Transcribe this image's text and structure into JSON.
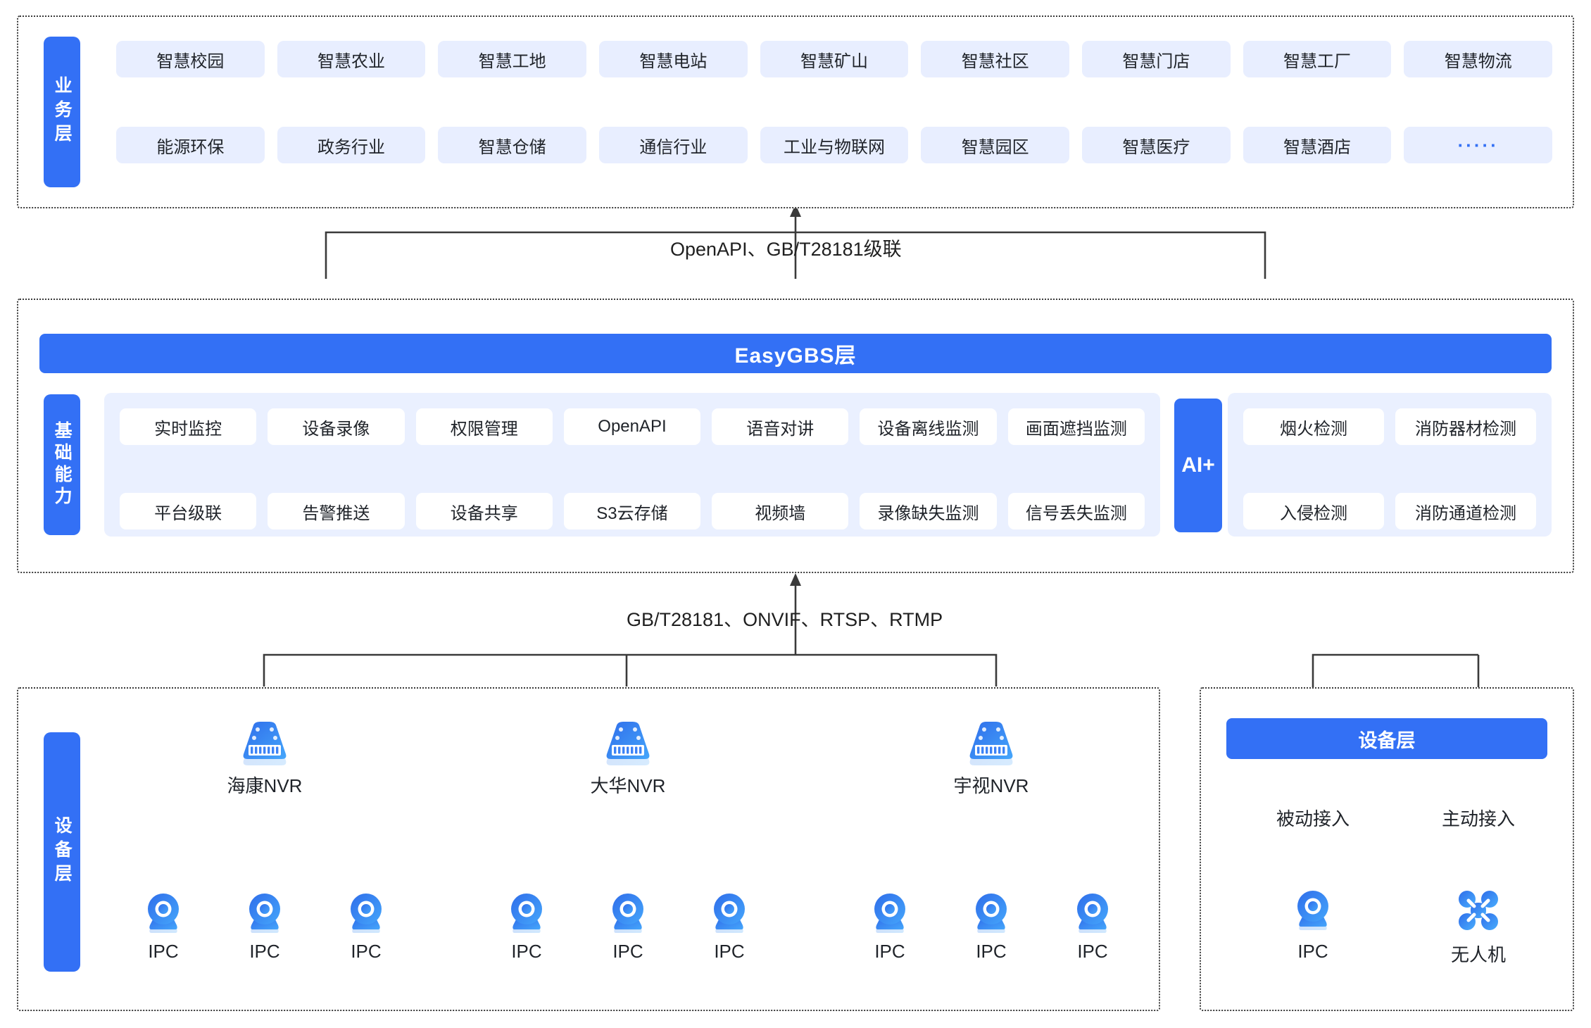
{
  "business_layer": {
    "side_label": "业务层",
    "row1": [
      "智慧校园",
      "智慧农业",
      "智慧工地",
      "智慧电站",
      "智慧矿山",
      "智慧社区",
      "智慧门店",
      "智慧工厂",
      "智慧物流"
    ],
    "row2": [
      "能源环保",
      "政务行业",
      "智慧仓储",
      "通信行业",
      "工业与物联网",
      "智慧园区",
      "智慧医疗",
      "智慧酒店",
      "·····"
    ]
  },
  "connector_top": {
    "label": "OpenAPI、GB/T28181级联"
  },
  "platform_layer": {
    "title_bar": "EasyGBS层",
    "side_label": "基础能力",
    "capabilities_row1": [
      "实时监控",
      "设备录像",
      "权限管理",
      "OpenAPI",
      "语音对讲",
      "设备离线监测",
      "画面遮挡监测"
    ],
    "capabilities_row2": [
      "平台级联",
      "告警推送",
      "设备共享",
      "S3云存储",
      "视频墙",
      "录像缺失监测",
      "信号丢失监测"
    ],
    "ai": {
      "label": "AI+",
      "items_row1": [
        "烟火检测",
        "消防器材检测"
      ],
      "items_row2": [
        "入侵检测",
        "消防通道检测"
      ]
    }
  },
  "connector_bottom": {
    "label": "GB/T28181、ONVIF、RTSP、RTMP"
  },
  "device_layer_left": {
    "side_label": "设备层",
    "groups": [
      {
        "nvr_label": "海康NVR",
        "cameras": [
          "IPC",
          "IPC",
          "IPC"
        ]
      },
      {
        "nvr_label": "大华NVR",
        "cameras": [
          "IPC",
          "IPC",
          "IPC"
        ]
      },
      {
        "nvr_label": "宇视NVR",
        "cameras": [
          "IPC",
          "IPC",
          "IPC"
        ]
      }
    ]
  },
  "device_layer_right": {
    "title_bar": "设备层",
    "branches": [
      {
        "mode": "被动接入",
        "device": "IPC",
        "icon": "ipc-camera-icon"
      },
      {
        "mode": "主动接入",
        "device": "无人机",
        "icon": "drone-icon"
      }
    ]
  },
  "colors": {
    "brand_blue": "#3370f5",
    "pill_bg": "#e8eeff",
    "panel_bg": "#eaf0ff",
    "wire": "#3a3a3a"
  }
}
